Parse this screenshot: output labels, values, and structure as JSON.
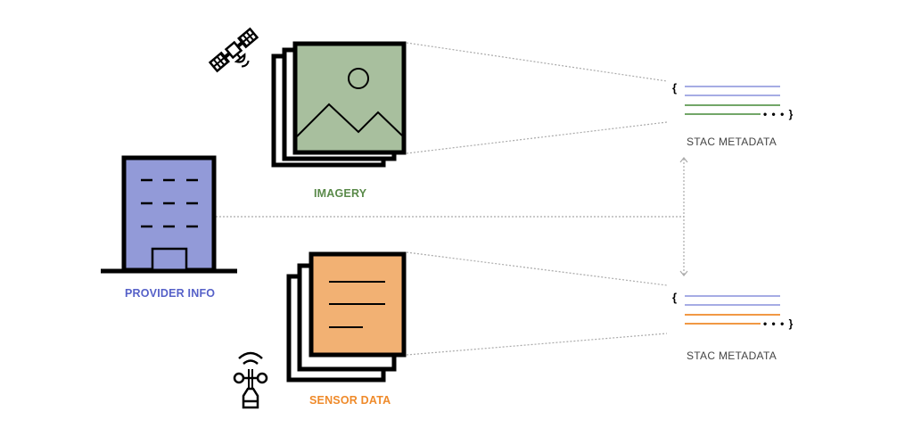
{
  "colors": {
    "imagery_fill": "#a8bf9e",
    "imagery_label": "#5a8a4a",
    "provider_fill": "#929ad8",
    "provider_label": "#5661c8",
    "sensor_fill": "#f2b173",
    "sensor_label": "#ef8a2a",
    "metadata_blue_line": "#9aa0e0",
    "metadata_green_line": "#5e9a52",
    "metadata_orange_line": "#ef8a2a",
    "connector": "#aaaaaa"
  },
  "nodes": {
    "imagery": {
      "label": "IMAGERY",
      "icon": "satellite-icon"
    },
    "provider": {
      "label": "PROVIDER INFO",
      "icon": "building-icon"
    },
    "sensor": {
      "label": "SENSOR DATA",
      "icon": "anemometer-sensor-icon"
    }
  },
  "metadata_cards": [
    {
      "label": "STAC METADATA",
      "open_brace": "{",
      "close": "• • • }",
      "line_colors": [
        "blue",
        "blue",
        "green",
        "green"
      ]
    },
    {
      "label": "STAC METADATA",
      "open_brace": "{",
      "close": "• • • }",
      "line_colors": [
        "blue",
        "blue",
        "orange",
        "orange"
      ]
    }
  ]
}
